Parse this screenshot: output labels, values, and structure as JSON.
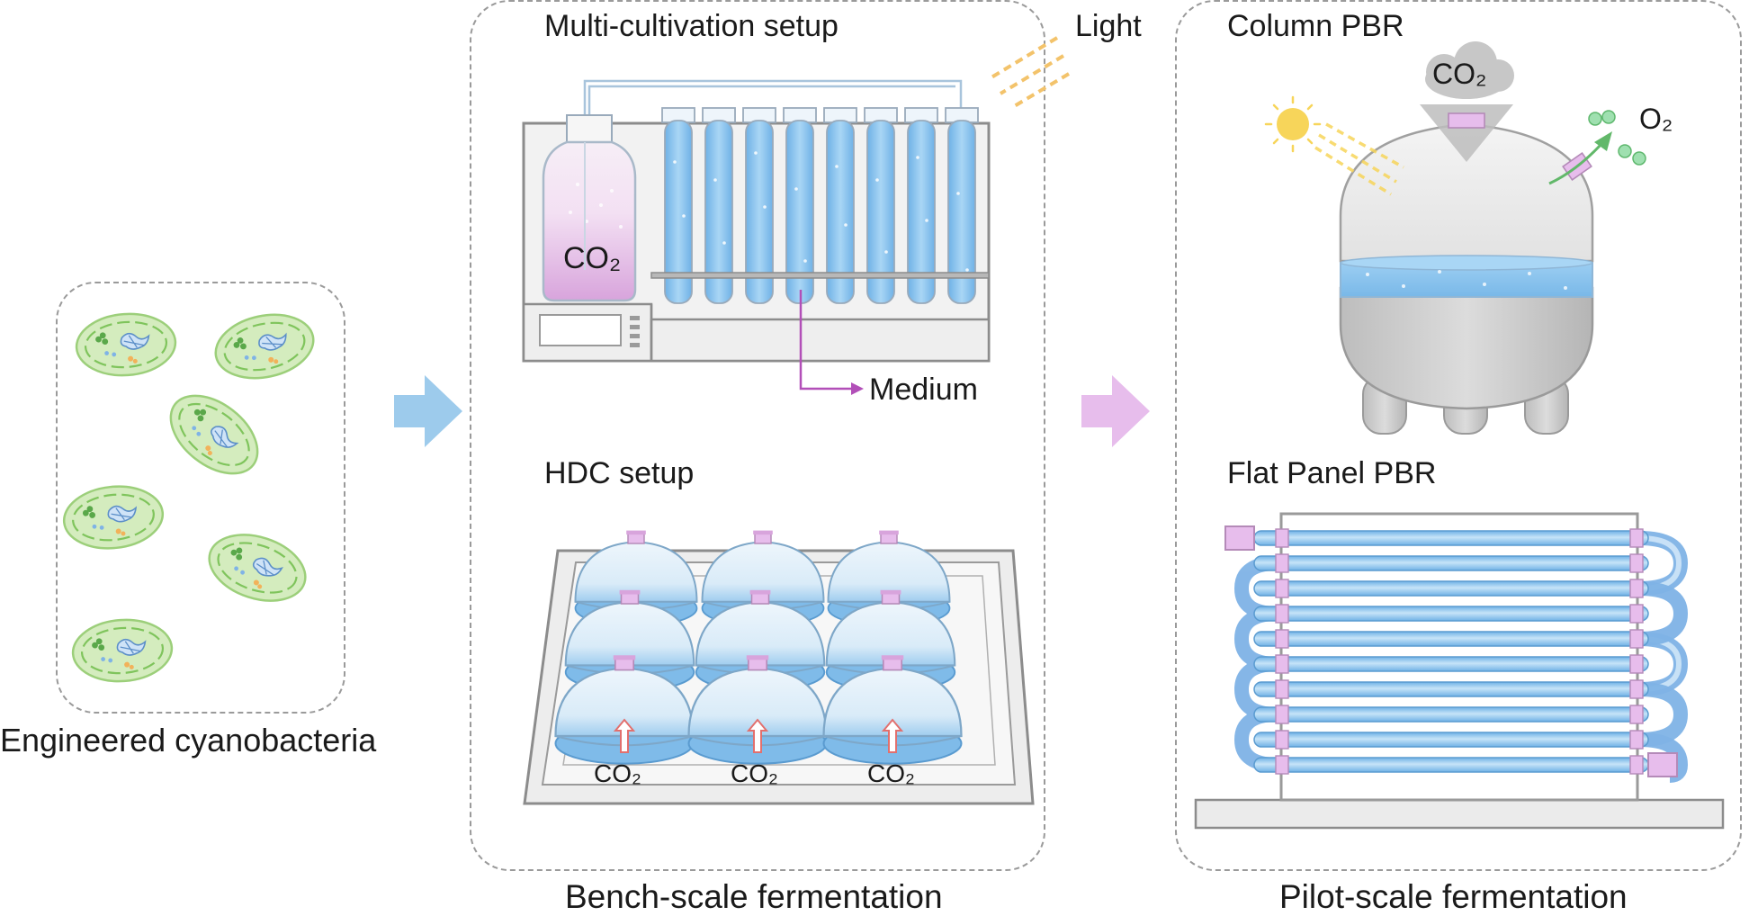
{
  "cells_panel": {
    "caption": "Engineered cyanobacteria"
  },
  "bench_panel": {
    "caption": "Bench-scale fermentation",
    "multi_title": "Multi-cultivation setup",
    "light_label": "Light",
    "co2_bottle_label": "CO₂",
    "medium_label": "Medium",
    "hdc_title": "HDC setup",
    "hdc_co2_labels": [
      "CO₂",
      "CO₂",
      "CO₂"
    ]
  },
  "pilot_panel": {
    "caption": "Pilot-scale fermentation",
    "column_title": "Column PBR",
    "co2_label": "CO₂",
    "o2_label": "O₂",
    "flat_title": "Flat Panel PBR"
  },
  "colors": {
    "arrow_blue": "#9dcbec",
    "arrow_pink": "#e7bdec",
    "liquid_blue": "#8cc4ee",
    "co2_pink": "#d8a4dc",
    "cell_green": "#d4ecbe",
    "sun": "#f7d55a"
  }
}
